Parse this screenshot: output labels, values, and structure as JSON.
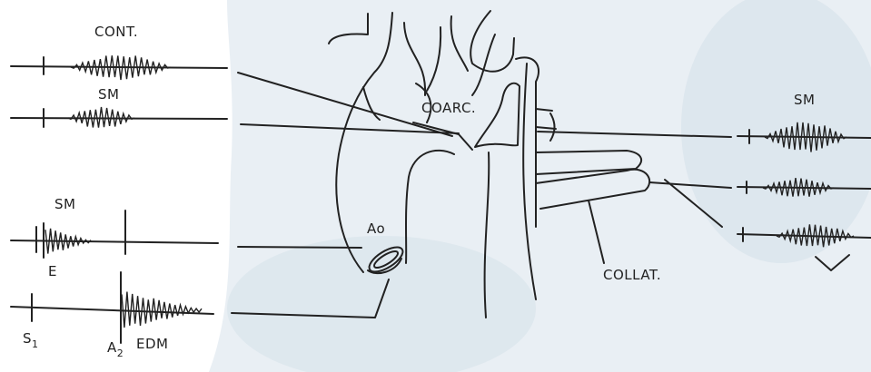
{
  "labels": {
    "cont": "CONT.",
    "sm_top": "SM",
    "coarc": "COARC.",
    "sm_right": "SM",
    "sm_mid": "SM",
    "e": "E",
    "ao": "Ao",
    "collat": "COLLAT.",
    "s_main": "S",
    "s_sub": "1",
    "a_main": "A",
    "a_sub": "2",
    "edm": "EDM"
  },
  "colors": {
    "ink": "#222222",
    "paper": "#ffffff",
    "wash": "#dfe8ef"
  }
}
